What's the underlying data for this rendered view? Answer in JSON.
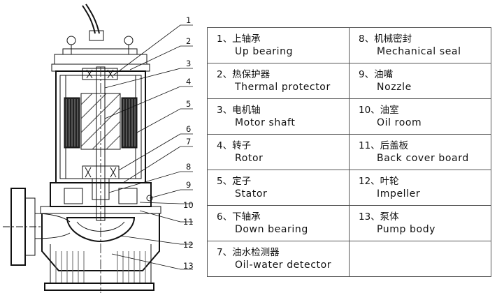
{
  "callout_numbers": [
    "1",
    "2",
    "3",
    "4",
    "5",
    "6",
    "7",
    "8",
    "9",
    "10",
    "11",
    "12",
    "13"
  ],
  "parts": [
    {
      "cn": "1、上轴承",
      "en": "Up bearing"
    },
    {
      "cn": "2、热保护器",
      "en": "Thermal protector"
    },
    {
      "cn": "3、电机轴",
      "en": "Motor shaft"
    },
    {
      "cn": "4、转子",
      "en": "Rotor"
    },
    {
      "cn": "5、定子",
      "en": "Stator"
    },
    {
      "cn": "6、下轴承",
      "en": "Down bearing"
    },
    {
      "cn": "7、油水检测器",
      "en": "Oil-water detector"
    },
    {
      "cn": "8、机械密封",
      "en": "Mechanical seal"
    },
    {
      "cn": "9、油嘴",
      "en": "Nozzle"
    },
    {
      "cn": "10、油室",
      "en": "Oil room"
    },
    {
      "cn": "11、后盖板",
      "en": "Back cover board"
    },
    {
      "cn": "12、叶轮",
      "en": "Impeller"
    },
    {
      "cn": "13、泵体",
      "en": "Pump body"
    }
  ]
}
